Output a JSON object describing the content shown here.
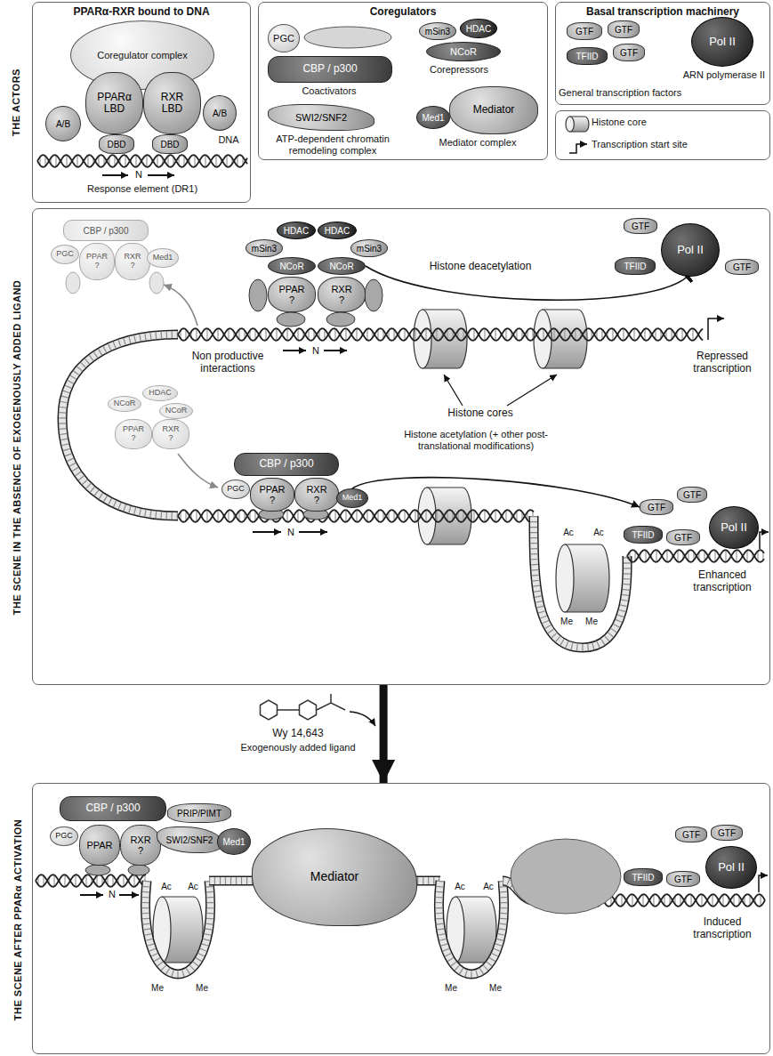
{
  "diagram": {
    "nodes": [
      {
        "text": [
          "PPARα-RXR bound to DNA"
        ]
      },
      {
        "text": [
          "Coregulator complex"
        ],
        "in": 0
      },
      {
        "text": [
          "PPARα",
          "LBD"
        ],
        "in": 0
      },
      {
        "text": [
          "RXR",
          "LBD"
        ],
        "in": 0
      },
      {
        "text": [
          "A/B"
        ],
        "in": 0
      },
      {
        "text": [
          "A/B"
        ],
        "in": 0
      },
      {
        "text": [
          "DBD"
        ],
        "in": 0
      },
      {
        "text": [
          "DBD"
        ],
        "in": 0
      },
      {
        "text": [
          "Coregulators"
        ]
      },
      {
        "text": [
          "PGC"
        ],
        "in": 8
      },
      {
        "text": [
          "CBP / p300"
        ],
        "in": 8
      },
      {
        "text": [
          "mSin3"
        ],
        "in": 8
      },
      {
        "text": [
          "HDAC"
        ],
        "in": 8
      },
      {
        "text": [
          "NCoR"
        ],
        "in": 8
      },
      {
        "text": [
          "SWI2/SNF2"
        ],
        "in": 8
      },
      {
        "text": [
          "Med1"
        ],
        "in": 8
      },
      {
        "text": [
          "Mediator"
        ],
        "in": 8
      },
      {
        "text": [
          "Basal transcription machinery"
        ]
      },
      {
        "text": [
          "GTF"
        ],
        "in": 17
      },
      {
        "text": [
          "GTF"
        ],
        "in": 17
      },
      {
        "text": [
          "TFIID"
        ],
        "in": 17
      },
      {
        "text": [
          "GTF"
        ],
        "in": 17
      },
      {
        "text": [
          "Pol II"
        ],
        "in": 17
      },
      {
        "text": [
          "Histone core",
          "Transcription start site"
        ]
      },
      {
        "text": [
          "THE SCENE IN THE ABSENCE OF EXOGENOUSLY ADDED LIGAND"
        ]
      },
      {
        "text": [
          "CBP / p300"
        ],
        "in": 24
      },
      {
        "text": [
          "PGC"
        ],
        "in": 24
      },
      {
        "text": [
          "PPAR",
          "?"
        ],
        "in": 24
      },
      {
        "text": [
          "RXR",
          "?"
        ],
        "in": 24
      },
      {
        "text": [
          "Med1"
        ],
        "in": 24
      },
      {
        "text": [
          "HDAC"
        ],
        "in": 24
      },
      {
        "text": [
          "HDAC"
        ],
        "in": 24
      },
      {
        "text": [
          "mSin3"
        ],
        "in": 24
      },
      {
        "text": [
          "mSin3"
        ],
        "in": 24
      },
      {
        "text": [
          "NCoR"
        ],
        "in": 24
      },
      {
        "text": [
          "NCoR"
        ],
        "in": 24
      },
      {
        "text": [
          "PPAR",
          "?"
        ],
        "in": 24
      },
      {
        "text": [
          "RXR",
          "?"
        ],
        "in": 24
      },
      {
        "text": [
          "GTF"
        ],
        "in": 24
      },
      {
        "text": [
          "Pol II"
        ],
        "in": 24
      },
      {
        "text": [
          "TFIID"
        ],
        "in": 24
      },
      {
        "text": [
          "GTF"
        ],
        "in": 24
      },
      {
        "text": [
          "NCoR"
        ],
        "in": 24
      },
      {
        "text": [
          "HDAC"
        ],
        "in": 24
      },
      {
        "text": [
          "NCoR"
        ],
        "in": 24
      },
      {
        "text": [
          "PPAR",
          "?"
        ],
        "in": 24
      },
      {
        "text": [
          "RXR",
          "?"
        ],
        "in": 24
      },
      {
        "text": [
          "CBP / p300"
        ],
        "in": 24
      },
      {
        "text": [
          "PGC"
        ],
        "in": 24
      },
      {
        "text": [
          "PPAR",
          "?"
        ],
        "in": 24
      },
      {
        "text": [
          "RXR",
          "?"
        ],
        "in": 24
      },
      {
        "text": [
          "Med1"
        ],
        "in": 24
      },
      {
        "text": [
          "GTF"
        ],
        "in": 24
      },
      {
        "text": [
          "GTF"
        ],
        "in": 24
      },
      {
        "text": [
          "TFIID"
        ],
        "in": 24
      },
      {
        "text": [
          "GTF"
        ],
        "in": 24
      },
      {
        "text": [
          "Pol II"
        ],
        "in": 24
      },
      {
        "text": [
          "THE SCENE AFTER PPARα ACTIVATION"
        ]
      },
      {
        "text": [
          "CBP / p300"
        ],
        "in": 57
      },
      {
        "text": [
          "PGC"
        ],
        "in": 57
      },
      {
        "text": [
          "PPAR"
        ],
        "in": 57
      },
      {
        "text": [
          "RXR",
          "?"
        ],
        "in": 57
      },
      {
        "text": [
          "PRIP/PIMT"
        ],
        "in": 57
      },
      {
        "text": [
          "SWI2/SNF2"
        ],
        "in": 57
      },
      {
        "text": [
          "Med1"
        ],
        "in": 57
      },
      {
        "text": [
          "Mediator"
        ],
        "in": 57
      },
      {
        "text": [
          "TFIID"
        ],
        "in": 57
      },
      {
        "text": [
          "GTF"
        ],
        "in": 57
      },
      {
        "text": [
          "GTF"
        ],
        "in": 57
      },
      {
        "text": [
          "GTF"
        ],
        "in": 57
      },
      {
        "text": [
          "Pol II"
        ],
        "in": 57
      }
    ],
    "edges": [
      {
        "from": 35,
        "to": 39,
        "label": "Histone deacetylation",
        "arrow": "to"
      },
      {
        "from": 51,
        "to": 52,
        "label": "Histone acetylation (+ other post-translational modifications)",
        "arrow": "to"
      },
      {
        "from": 24,
        "to": 57,
        "arrow": "to"
      }
    ],
    "labels": [
      "THE ACTORS",
      "DNA",
      "N",
      "Response element (DR1)",
      "Coactivators",
      "Corepressors",
      "ATP-dependent chromatin remodeling complex",
      "Mediator complex",
      "ARN polymerase II",
      "General transcription factors",
      "N",
      "Histone cores",
      "Non productive interactions",
      "Repressed transcription",
      "N",
      "Ac",
      "Ac",
      "Me",
      "Me",
      "Enhanced transcription",
      "Wy 14,643",
      "Exogenously added ligand",
      "N",
      "Ac",
      "Ac",
      "Ac",
      "Ac",
      "Me",
      "Me",
      "Me",
      "Me",
      "Induced transcription"
    ]
  }
}
